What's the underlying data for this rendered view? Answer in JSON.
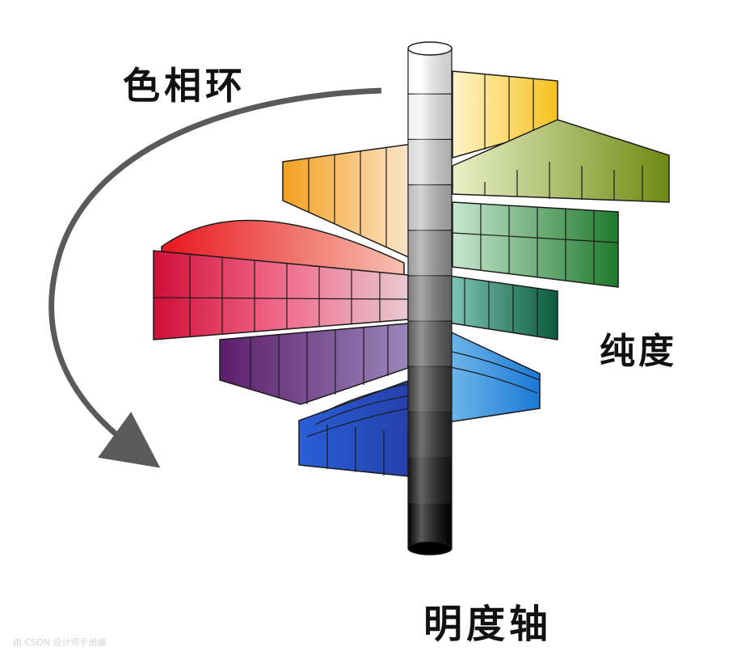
{
  "diagram": {
    "labels": {
      "hue_ring": "色相环",
      "chroma": "纯度",
      "value_axis": "明度轴"
    },
    "watermark": "由 CSDN 设计师手册编",
    "colors": {
      "arrow": "#5a5a5a",
      "text": "#111111",
      "outline": "#1a1a1a"
    },
    "hue_wedges": [
      {
        "name": "yellow",
        "face": "#f6c21e",
        "inner": "#fff4c9"
      },
      {
        "name": "yellow-green",
        "face": "#7f9a1f",
        "inner": "#e9f0c8"
      },
      {
        "name": "green",
        "face": "#2e8f3c",
        "inner": "#c7e7cf"
      },
      {
        "name": "blue-green",
        "face": "#0f6b4a",
        "inner": "#9fd8cf"
      },
      {
        "name": "blue",
        "face": "#1f7fd9",
        "inner": "#bde0f6"
      },
      {
        "name": "purple-blue",
        "face": "#1f47c4",
        "inner": "#a8b9ef"
      },
      {
        "name": "purple",
        "face": "#6a1f7a",
        "inner": "#c9a8d2"
      },
      {
        "name": "red",
        "face": "#d8103c",
        "inner": "#f3c6cf"
      },
      {
        "name": "orange",
        "face": "#f59a22",
        "inner": "#fde2c0"
      }
    ],
    "value_scale": [
      "#ffffff",
      "#f2f2f2",
      "#d9d9d9",
      "#bdbdbd",
      "#9a9a9a",
      "#7a7a7a",
      "#5a5a5a",
      "#3a3a3a",
      "#262626",
      "#141414",
      "#000000"
    ]
  }
}
